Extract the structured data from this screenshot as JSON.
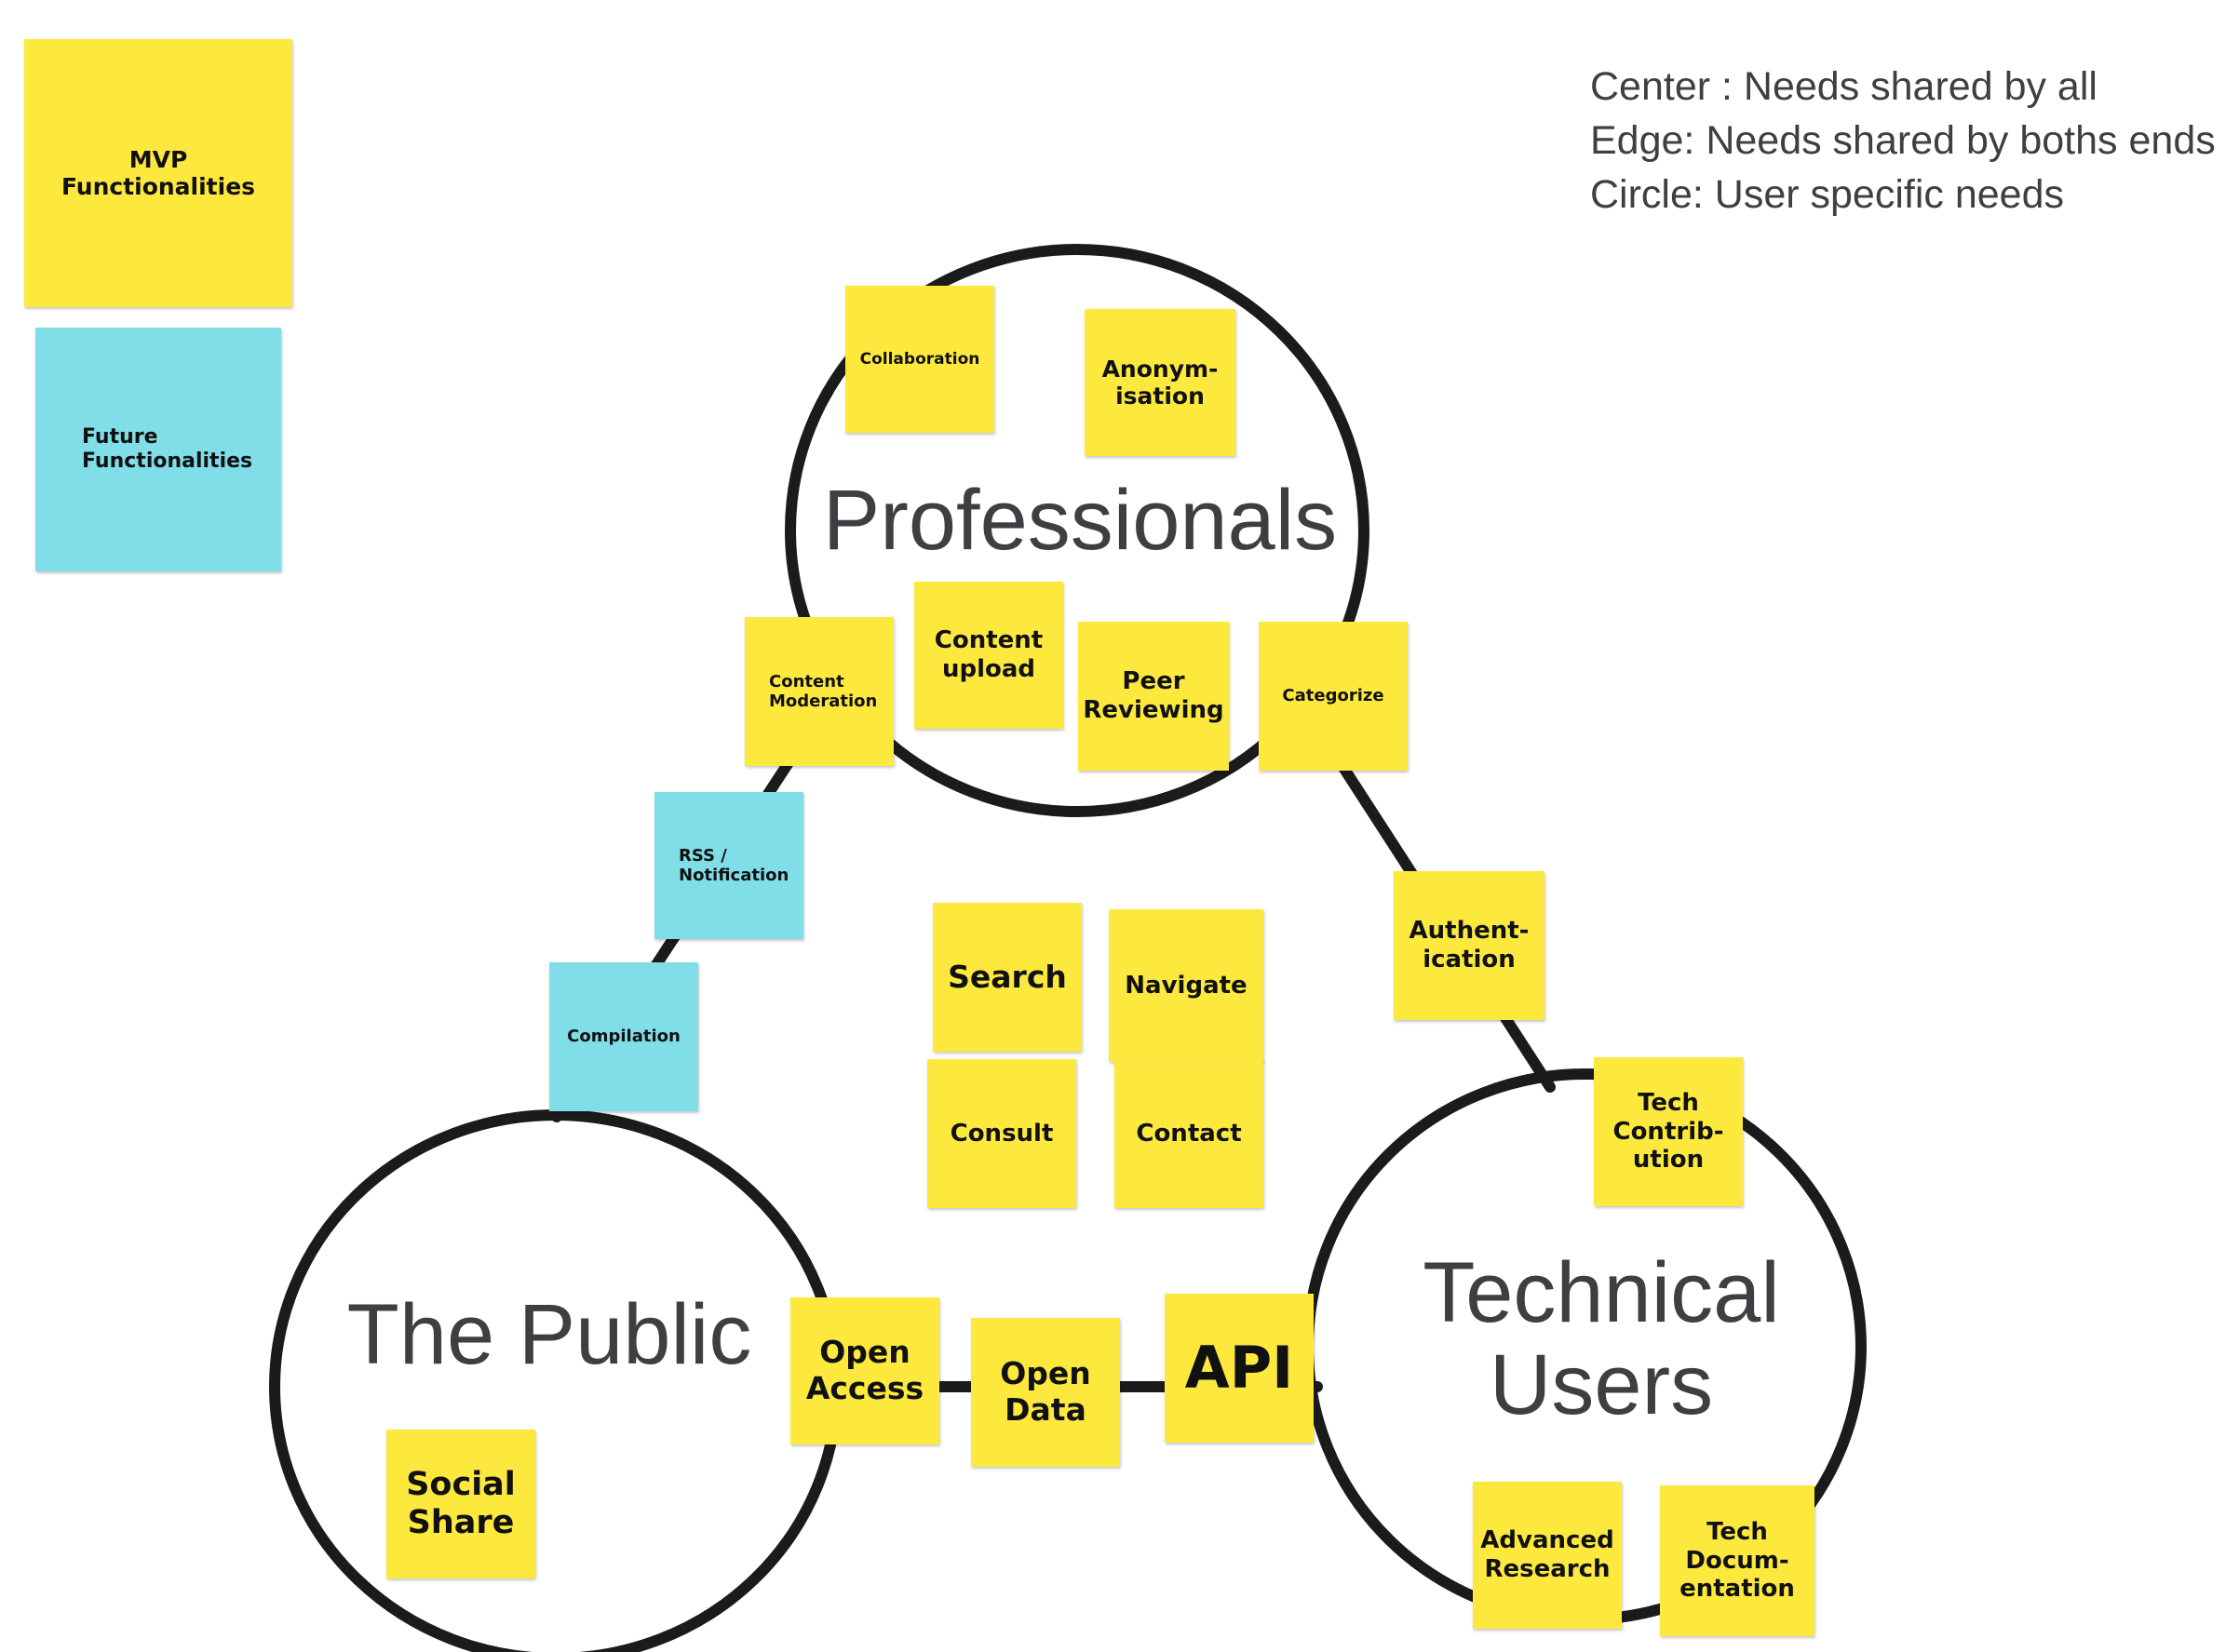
{
  "colors": {
    "mvp_sticky": "#fde93e",
    "future_sticky": "#80dee9",
    "line": "#1b1b1b",
    "label_text": "#3d3f43"
  },
  "legend": {
    "mvp_label": "MVP Functionalities",
    "future_label": "Future\nFunctionalities",
    "notes": [
      "Center : Needs shared by all",
      "Edge: Needs shared by boths ends",
      "Circle: User specific needs"
    ]
  },
  "circles": {
    "professionals": "Professionals",
    "public": "The Public",
    "technical": "Technical\nUsers"
  },
  "stickies": {
    "collaboration": "Collaboration",
    "anonymisation": "Anonym-\nisation",
    "content_upload": "Content\nupload",
    "content_moderation": "Content\nModeration",
    "peer_reviewing": "Peer\nReviewing",
    "categorize": "Categorize",
    "rss_notification": "RSS /\nNotification",
    "compilation": "Compilation",
    "search": "Search",
    "navigate": "Navigate",
    "consult": "Consult",
    "contact": "Contact",
    "authentication": "Authent-\nication",
    "tech_contribution": "Tech\nContrib-\nution",
    "open_access": "Open\nAccess",
    "open_data": "Open\nData",
    "api": "API",
    "social_share": "Social\nShare",
    "advanced_research": "Advanced\nResearch",
    "tech_documentation": "Tech\nDocum-\nentation"
  }
}
